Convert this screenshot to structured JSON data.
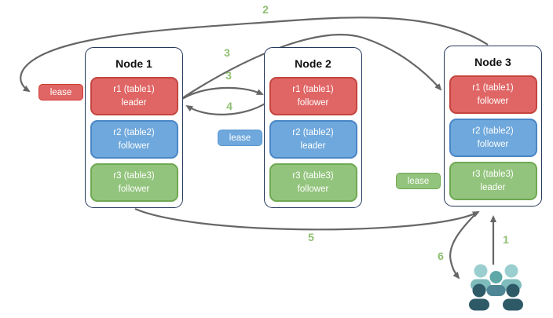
{
  "diagram": {
    "nodes": [
      {
        "title": "Node 1",
        "replicas": [
          {
            "label": "r1 (table1)",
            "role": "leader",
            "color": "red"
          },
          {
            "label": "r2 (table2)",
            "role": "follower",
            "color": "blue"
          },
          {
            "label": "r3 (table3)",
            "role": "follower",
            "color": "green"
          }
        ]
      },
      {
        "title": "Node 2",
        "replicas": [
          {
            "label": "r1 (table1)",
            "role": "follower",
            "color": "red"
          },
          {
            "label": "r2 (table2)",
            "role": "leader",
            "color": "blue"
          },
          {
            "label": "r3 (table3)",
            "role": "follower",
            "color": "green"
          }
        ]
      },
      {
        "title": "Node 3",
        "replicas": [
          {
            "label": "r1 (table1)",
            "role": "follower",
            "color": "red"
          },
          {
            "label": "r2 (table2)",
            "role": "follower",
            "color": "blue"
          },
          {
            "label": "r3 (table3)",
            "role": "leader",
            "color": "green"
          }
        ]
      }
    ],
    "leases": {
      "table1": {
        "label": "lease",
        "color": "red",
        "near": "Node 1"
      },
      "table2": {
        "label": "lease",
        "color": "blue",
        "near": "Node 2"
      },
      "table3": {
        "label": "lease",
        "color": "green",
        "near": "Node 3"
      }
    },
    "steps": {
      "s1": "1",
      "s2": "2",
      "s3a": "3",
      "s3b": "3",
      "s4": "4",
      "s5": "5",
      "s6": "6"
    },
    "colors": {
      "red_fill": "#E06665",
      "red_border": "#C4453F",
      "blue_fill": "#6FA8DC",
      "blue_border": "#4A86C6",
      "green_fill": "#93C47D",
      "green_border": "#6FA852",
      "node_border": "#24385B",
      "arrow": "#666666",
      "step_label": "#8FBF72",
      "users_light": "#9BCFCF",
      "users_mid": "#5FA8A8",
      "users_dark": "#2E5A68"
    }
  }
}
